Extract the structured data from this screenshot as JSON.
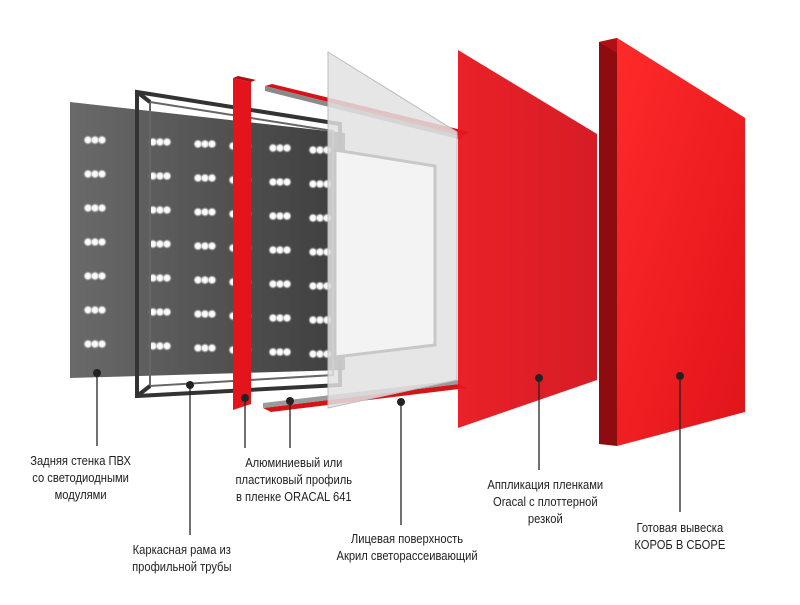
{
  "labels": {
    "back_wall": [
      "Задняя стенка ПВХ",
      "со светодиодными",
      "модулями"
    ],
    "frame": [
      "Каркасная рама из",
      "профильной трубы"
    ],
    "profile": [
      "Алюминиевый или",
      "пластиковый профиль",
      "в пленке ORACAL 641"
    ],
    "face": [
      "Лицевая поверхность",
      "Акрил светорассеивающий"
    ],
    "film": [
      "Аппликация пленками",
      "Oracal с плоттерной",
      "резкой"
    ],
    "sign": [
      "Готовая вывеска",
      "КОРОБ В СБОРЕ"
    ]
  },
  "colors": {
    "accent_red": "#e8141b",
    "dark_red": "#9e0e12",
    "panel_gray": "#5a5a5a",
    "frame_dark": "#3a3a3a",
    "led_glow": "#ffffff",
    "acrylic": "#e6e6e6",
    "leader_line": "#222222"
  }
}
